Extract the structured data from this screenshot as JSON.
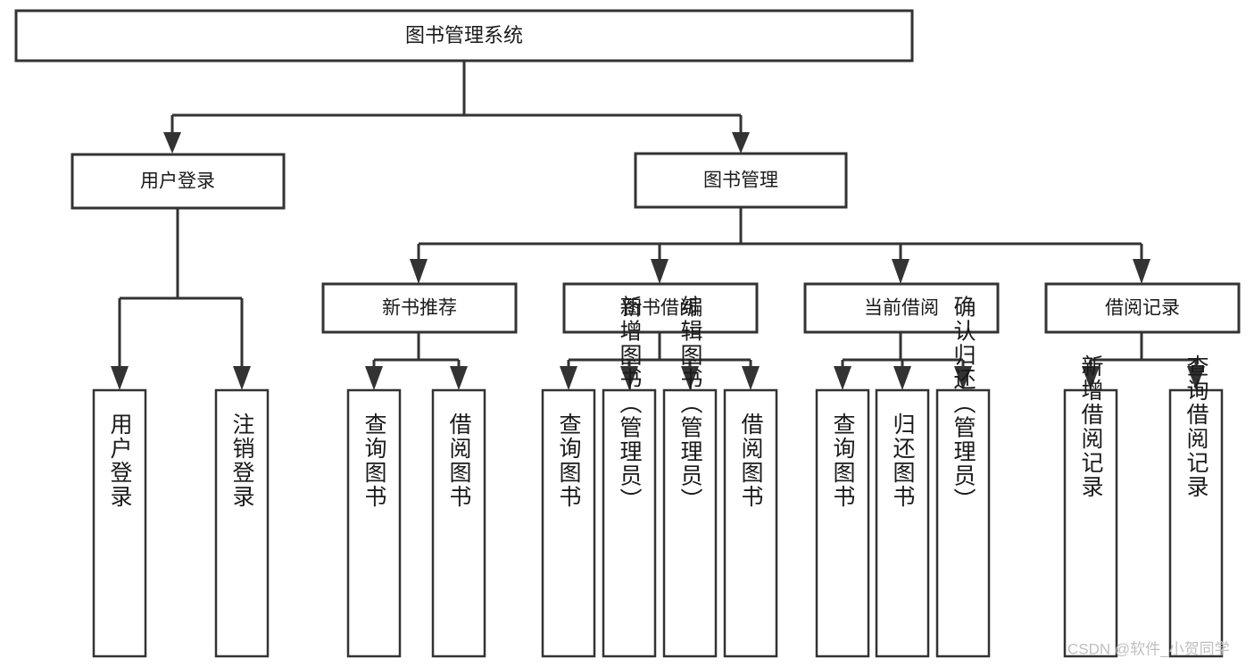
{
  "diagram": {
    "type": "tree-hierarchy",
    "title": "图书管理系统",
    "orientation": "top-down",
    "watermark": "CSDN @软件_小贺同学",
    "colors": {
      "box_stroke": "#333333",
      "box_fill": "#ffffff",
      "connector": "#333333",
      "text": "#1a1a1a",
      "watermark": "#bfbfbf",
      "background": "#ffffff"
    },
    "root": {
      "id": "root",
      "label": "图书管理系统"
    },
    "level2": [
      {
        "id": "user-login",
        "label": "用户登录"
      },
      {
        "id": "book-manage",
        "label": "图书管理"
      }
    ],
    "level3": [
      {
        "id": "new-book-recommend",
        "label": "新书推荐",
        "parent": "book-manage"
      },
      {
        "id": "book-borrow",
        "label": "图书借阅",
        "parent": "book-manage"
      },
      {
        "id": "current-borrow",
        "label": "当前借阅",
        "parent": "book-manage"
      },
      {
        "id": "borrow-record",
        "label": "借阅记录",
        "parent": "book-manage"
      }
    ],
    "leaves": [
      {
        "id": "leaf-user-login",
        "label": "用户登录",
        "parent": "user-login"
      },
      {
        "id": "leaf-logout",
        "label": "注销登录",
        "parent": "user-login"
      },
      {
        "id": "leaf-query-book-1",
        "label": "查询图书",
        "parent": "new-book-recommend"
      },
      {
        "id": "leaf-borrow-book-1",
        "label": "借阅图书",
        "parent": "new-book-recommend"
      },
      {
        "id": "leaf-query-book-2",
        "label": "查询图书",
        "parent": "book-borrow"
      },
      {
        "id": "leaf-add-book",
        "label": "新增图书（管理员）",
        "parent": "book-borrow"
      },
      {
        "id": "leaf-edit-book",
        "label": "编辑图书（管理员）",
        "parent": "book-borrow"
      },
      {
        "id": "leaf-borrow-book-2",
        "label": "借阅图书",
        "parent": "book-borrow"
      },
      {
        "id": "leaf-query-book-3",
        "label": "查询图书",
        "parent": "current-borrow"
      },
      {
        "id": "leaf-return-book",
        "label": "归还图书",
        "parent": "current-borrow"
      },
      {
        "id": "leaf-confirm-return",
        "label": "确认归还（管理员）",
        "parent": "current-borrow"
      },
      {
        "id": "leaf-add-record",
        "label": "新增借阅记录",
        "parent": "borrow-record"
      },
      {
        "id": "leaf-query-record",
        "label": "查询借阅记录",
        "parent": "borrow-record"
      }
    ]
  }
}
